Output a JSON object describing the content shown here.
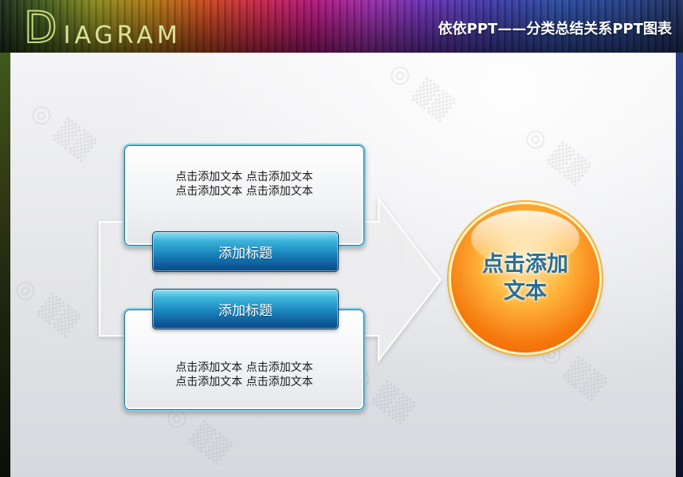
{
  "header": {
    "logo_initial": "D",
    "logo_rest": "IAGRAM",
    "title": "依依PPT——分类总结关系PPT图表"
  },
  "diagram": {
    "top_box": {
      "line1": "点击添加文本 点击添加文本",
      "line2": "点击添加文本 点击添加文本",
      "title": "添加标题"
    },
    "bottom_box": {
      "title": "添加标题",
      "line1": "点击添加文本 点击添加文本",
      "line2": "点击添加文本 点击添加文本"
    },
    "circle_text": "点击添加文本"
  },
  "colors": {
    "title_bar_blue": "#1b86be",
    "circle_orange": "#f6780d",
    "circle_text": "#2a6e96"
  }
}
